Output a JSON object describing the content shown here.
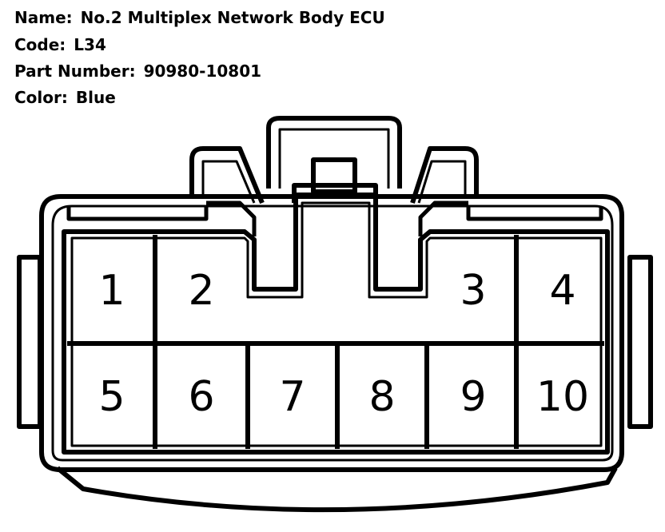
{
  "info": {
    "name_label": "Name:",
    "name_value": "No.2 Multiplex Network Body ECU",
    "code_label": "Code:",
    "code_value": "L34",
    "part_label": "Part Number:",
    "part_value": "90980-10801",
    "color_label": "Color:",
    "color_value": "Blue"
  },
  "pins": [
    "1",
    "2",
    "3",
    "4",
    "5",
    "6",
    "7",
    "8",
    "9",
    "10"
  ]
}
